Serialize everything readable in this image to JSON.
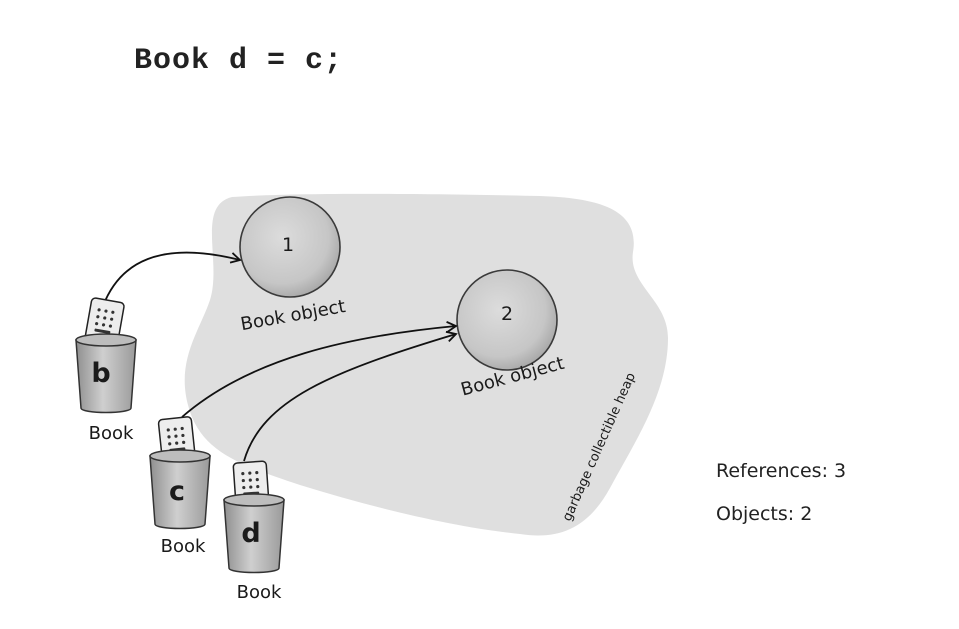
{
  "code_line": "Book d = c;",
  "heap": {
    "label": "garbage collectible heap"
  },
  "objects": [
    {
      "id": "1",
      "label": "Book object"
    },
    {
      "id": "2",
      "label": "Book object"
    }
  ],
  "references": [
    {
      "var": "b",
      "type": "Book",
      "points_to": "1"
    },
    {
      "var": "c",
      "type": "Book",
      "points_to": "2"
    },
    {
      "var": "d",
      "type": "Book",
      "points_to": "2"
    }
  ],
  "stats": {
    "references": "References: 3",
    "objects": "Objects: 2"
  }
}
